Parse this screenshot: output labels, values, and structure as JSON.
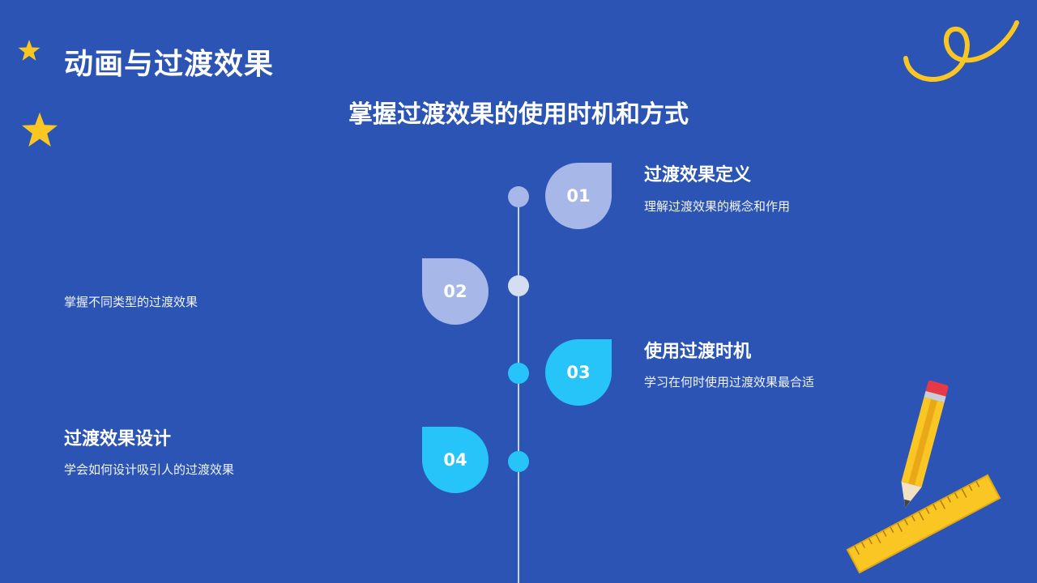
{
  "slide": {
    "title": "动画与过渡效果",
    "subtitle": "掌握过渡效果的使用时机和方式"
  },
  "timeline": {
    "items": [
      {
        "number": "01",
        "title": "过渡效果定义",
        "description": "理解过渡效果的概念和作用",
        "color": "#A6B7E8"
      },
      {
        "number": "02",
        "title": "",
        "description": "掌握不同类型的过渡效果",
        "color": "#A6B7E8"
      },
      {
        "number": "03",
        "title": "使用过渡时机",
        "description": "学习在何时使用过渡效果最合适",
        "color": "#26C4F8"
      },
      {
        "number": "04",
        "title": "过渡效果设计",
        "description": "学会如何设计吸引人的过渡效果",
        "color": "#26C4F8"
      }
    ],
    "line_color": "#C8D2EC"
  },
  "decorations": {
    "background_color": "#2B54B5",
    "star_color": "#F9C623",
    "squiggle_color": "#F9C623",
    "icons": [
      "star-icon",
      "squiggle-icon",
      "pencil-icon",
      "ruler-icon"
    ]
  }
}
